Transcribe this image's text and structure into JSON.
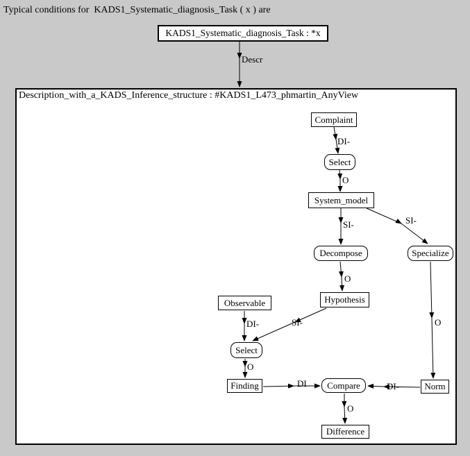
{
  "page": {
    "title": "Typical conditions for  KADS1_Systematic_diagnosis_Task ( x ) are"
  },
  "task_node": {
    "label": "KADS1_Systematic_diagnosis_Task : *x"
  },
  "descr_edge": {
    "label": "Descr"
  },
  "inference_structure": {
    "header": "Description_with_a_KADS_Inference_structure : #KADS1_L473_phmartin_AnyView",
    "nodes": {
      "complaint": {
        "label": "Complaint",
        "type": "concept"
      },
      "select1": {
        "label": "Select",
        "type": "inference"
      },
      "system_model": {
        "label": "System_model",
        "type": "concept"
      },
      "decompose": {
        "label": "Decompose",
        "type": "inference"
      },
      "specialize": {
        "label": "Specialize",
        "type": "inference"
      },
      "hypothesis": {
        "label": "Hypothesis",
        "type": "concept"
      },
      "observable": {
        "label": "Observable",
        "type": "concept"
      },
      "select2": {
        "label": "Select",
        "type": "inference"
      },
      "finding": {
        "label": "Finding",
        "type": "concept"
      },
      "compare": {
        "label": "Compare",
        "type": "inference"
      },
      "norm": {
        "label": "Norm",
        "type": "concept"
      },
      "difference": {
        "label": "Difference",
        "type": "concept"
      }
    },
    "edges": [
      {
        "from": "complaint",
        "to": "select1",
        "label": "DI-"
      },
      {
        "from": "select1",
        "to": "system_model",
        "label": "O"
      },
      {
        "from": "system_model",
        "to": "decompose",
        "label": "SI-"
      },
      {
        "from": "system_model",
        "to": "specialize",
        "label": "SI-"
      },
      {
        "from": "decompose",
        "to": "hypothesis",
        "label": "O"
      },
      {
        "from": "hypothesis",
        "to": "select2",
        "label": "SI-"
      },
      {
        "from": "observable",
        "to": "select2",
        "label": "DI-"
      },
      {
        "from": "select2",
        "to": "finding",
        "label": "O"
      },
      {
        "from": "finding",
        "to": "compare",
        "label": "DI"
      },
      {
        "from": "norm",
        "to": "compare",
        "label": "DI-"
      },
      {
        "from": "specialize",
        "to": "norm",
        "label": "O"
      },
      {
        "from": "compare",
        "to": "difference",
        "label": "O"
      }
    ],
    "colors": {
      "background": "#c9c9c9",
      "panel": "#ffffff",
      "line": "#000000"
    }
  }
}
